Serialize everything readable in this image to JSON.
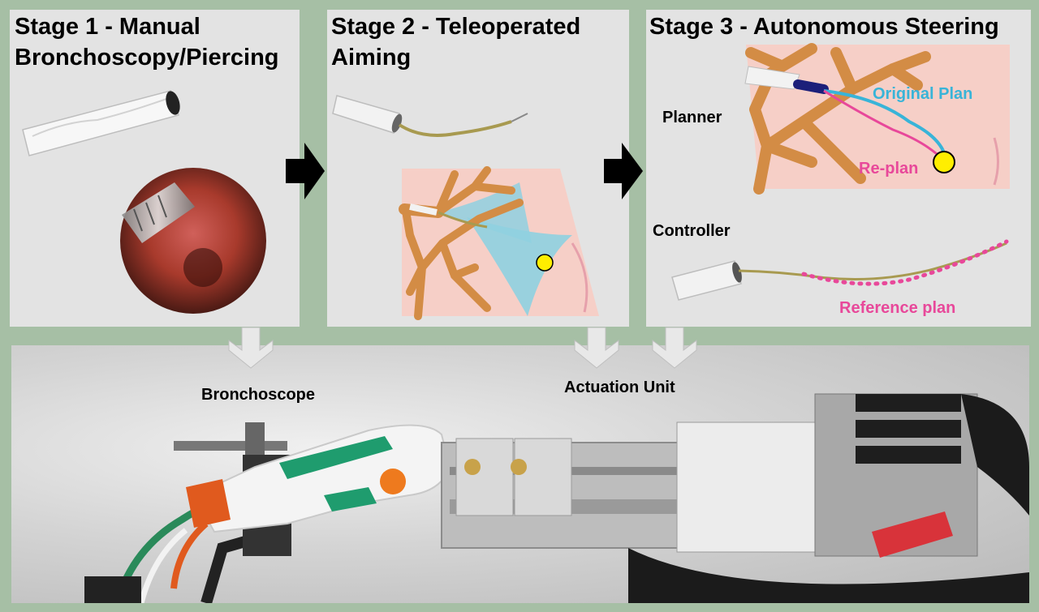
{
  "figure": {
    "stage1": {
      "title_line1": "Stage 1 - Manual",
      "title_line2": "Bronchoscopy/Piercing"
    },
    "stage2": {
      "title_line1": "Stage 2 - Teleoperated",
      "title_line2": "Aiming"
    },
    "stage3": {
      "title": "Stage 3 - Autonomous Steering",
      "planner_label": "Planner",
      "controller_label": "Controller",
      "original_plan_label": "Original Plan",
      "replan_label": "Re-plan",
      "reference_plan_label": "Reference plan"
    },
    "photo": {
      "bronchoscope_label": "Bronchoscope",
      "actuation_unit_label": "Actuation Unit"
    }
  },
  "colors": {
    "background": "#a6bfa5",
    "panel": "#e3e3e3",
    "airway": "#d38c45",
    "tissue": "#f6cfc7",
    "workspace": "#8fd0e0",
    "original_plan": "#38b4d8",
    "replan": "#e8489a",
    "target": "#ffee00",
    "arrow": "#000000",
    "down_arrow": "#e8e8e8"
  }
}
